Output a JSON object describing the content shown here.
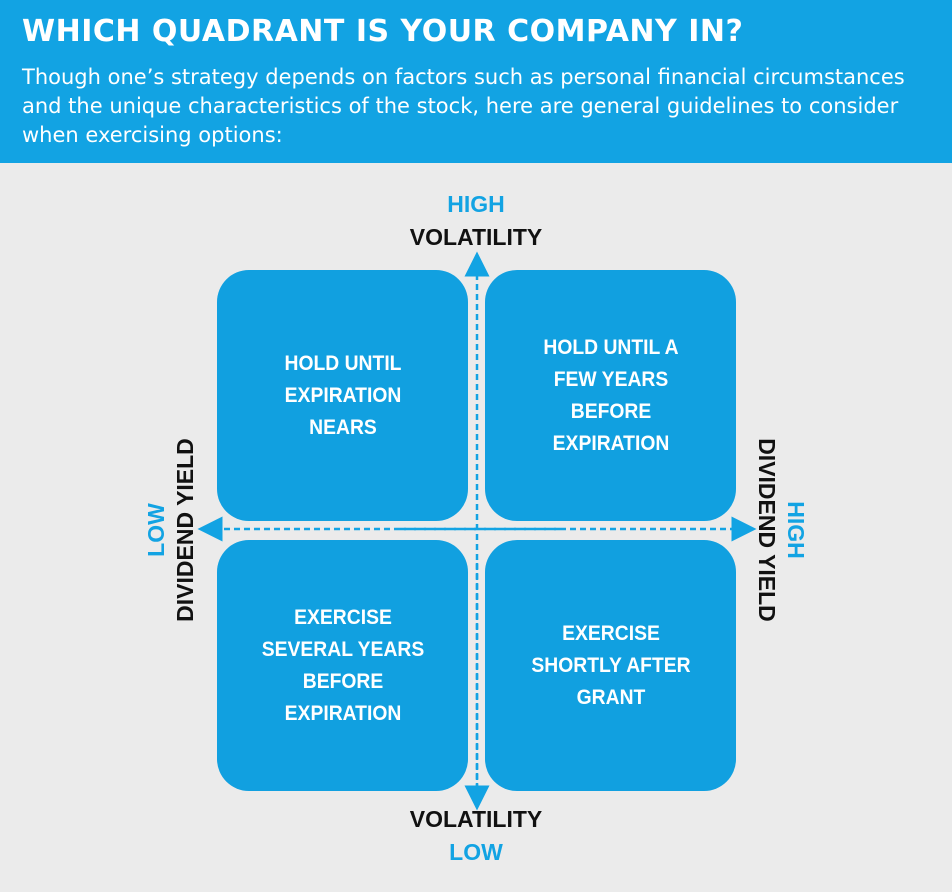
{
  "header": {
    "title": "WHICH QUADRANT IS YOUR COMPANY IN?",
    "intro": "Though one’s strategy depends on factors such as personal financial circumstances and the unique characteristics of the stock, here are general guidelines to consider when exercising options:"
  },
  "axes": {
    "top_level": "HIGH",
    "top_name": "VOLATILITY",
    "bottom_name": "VOLATILITY",
    "bottom_level": "LOW",
    "left_level": "LOW",
    "left_name": "DIVIDEND YIELD",
    "right_name": "DIVIDEND YIELD",
    "right_level": "HIGH"
  },
  "quadrants": {
    "top_left": "HOLD UNTIL\nEXPIRATION\nNEARS",
    "top_right": "HOLD UNTIL A\nFEW YEARS BEFORE\nEXPIRATION",
    "bottom_left": "EXERCISE\nSEVERAL YEARS\nBEFORE\nEXPIRATION",
    "bottom_right": "EXERCISE\nSHORTLY AFTER\nGRANT"
  },
  "colors": {
    "brand_blue": "#12a3e3",
    "background": "#ebebeb",
    "text_dark": "#111111"
  }
}
